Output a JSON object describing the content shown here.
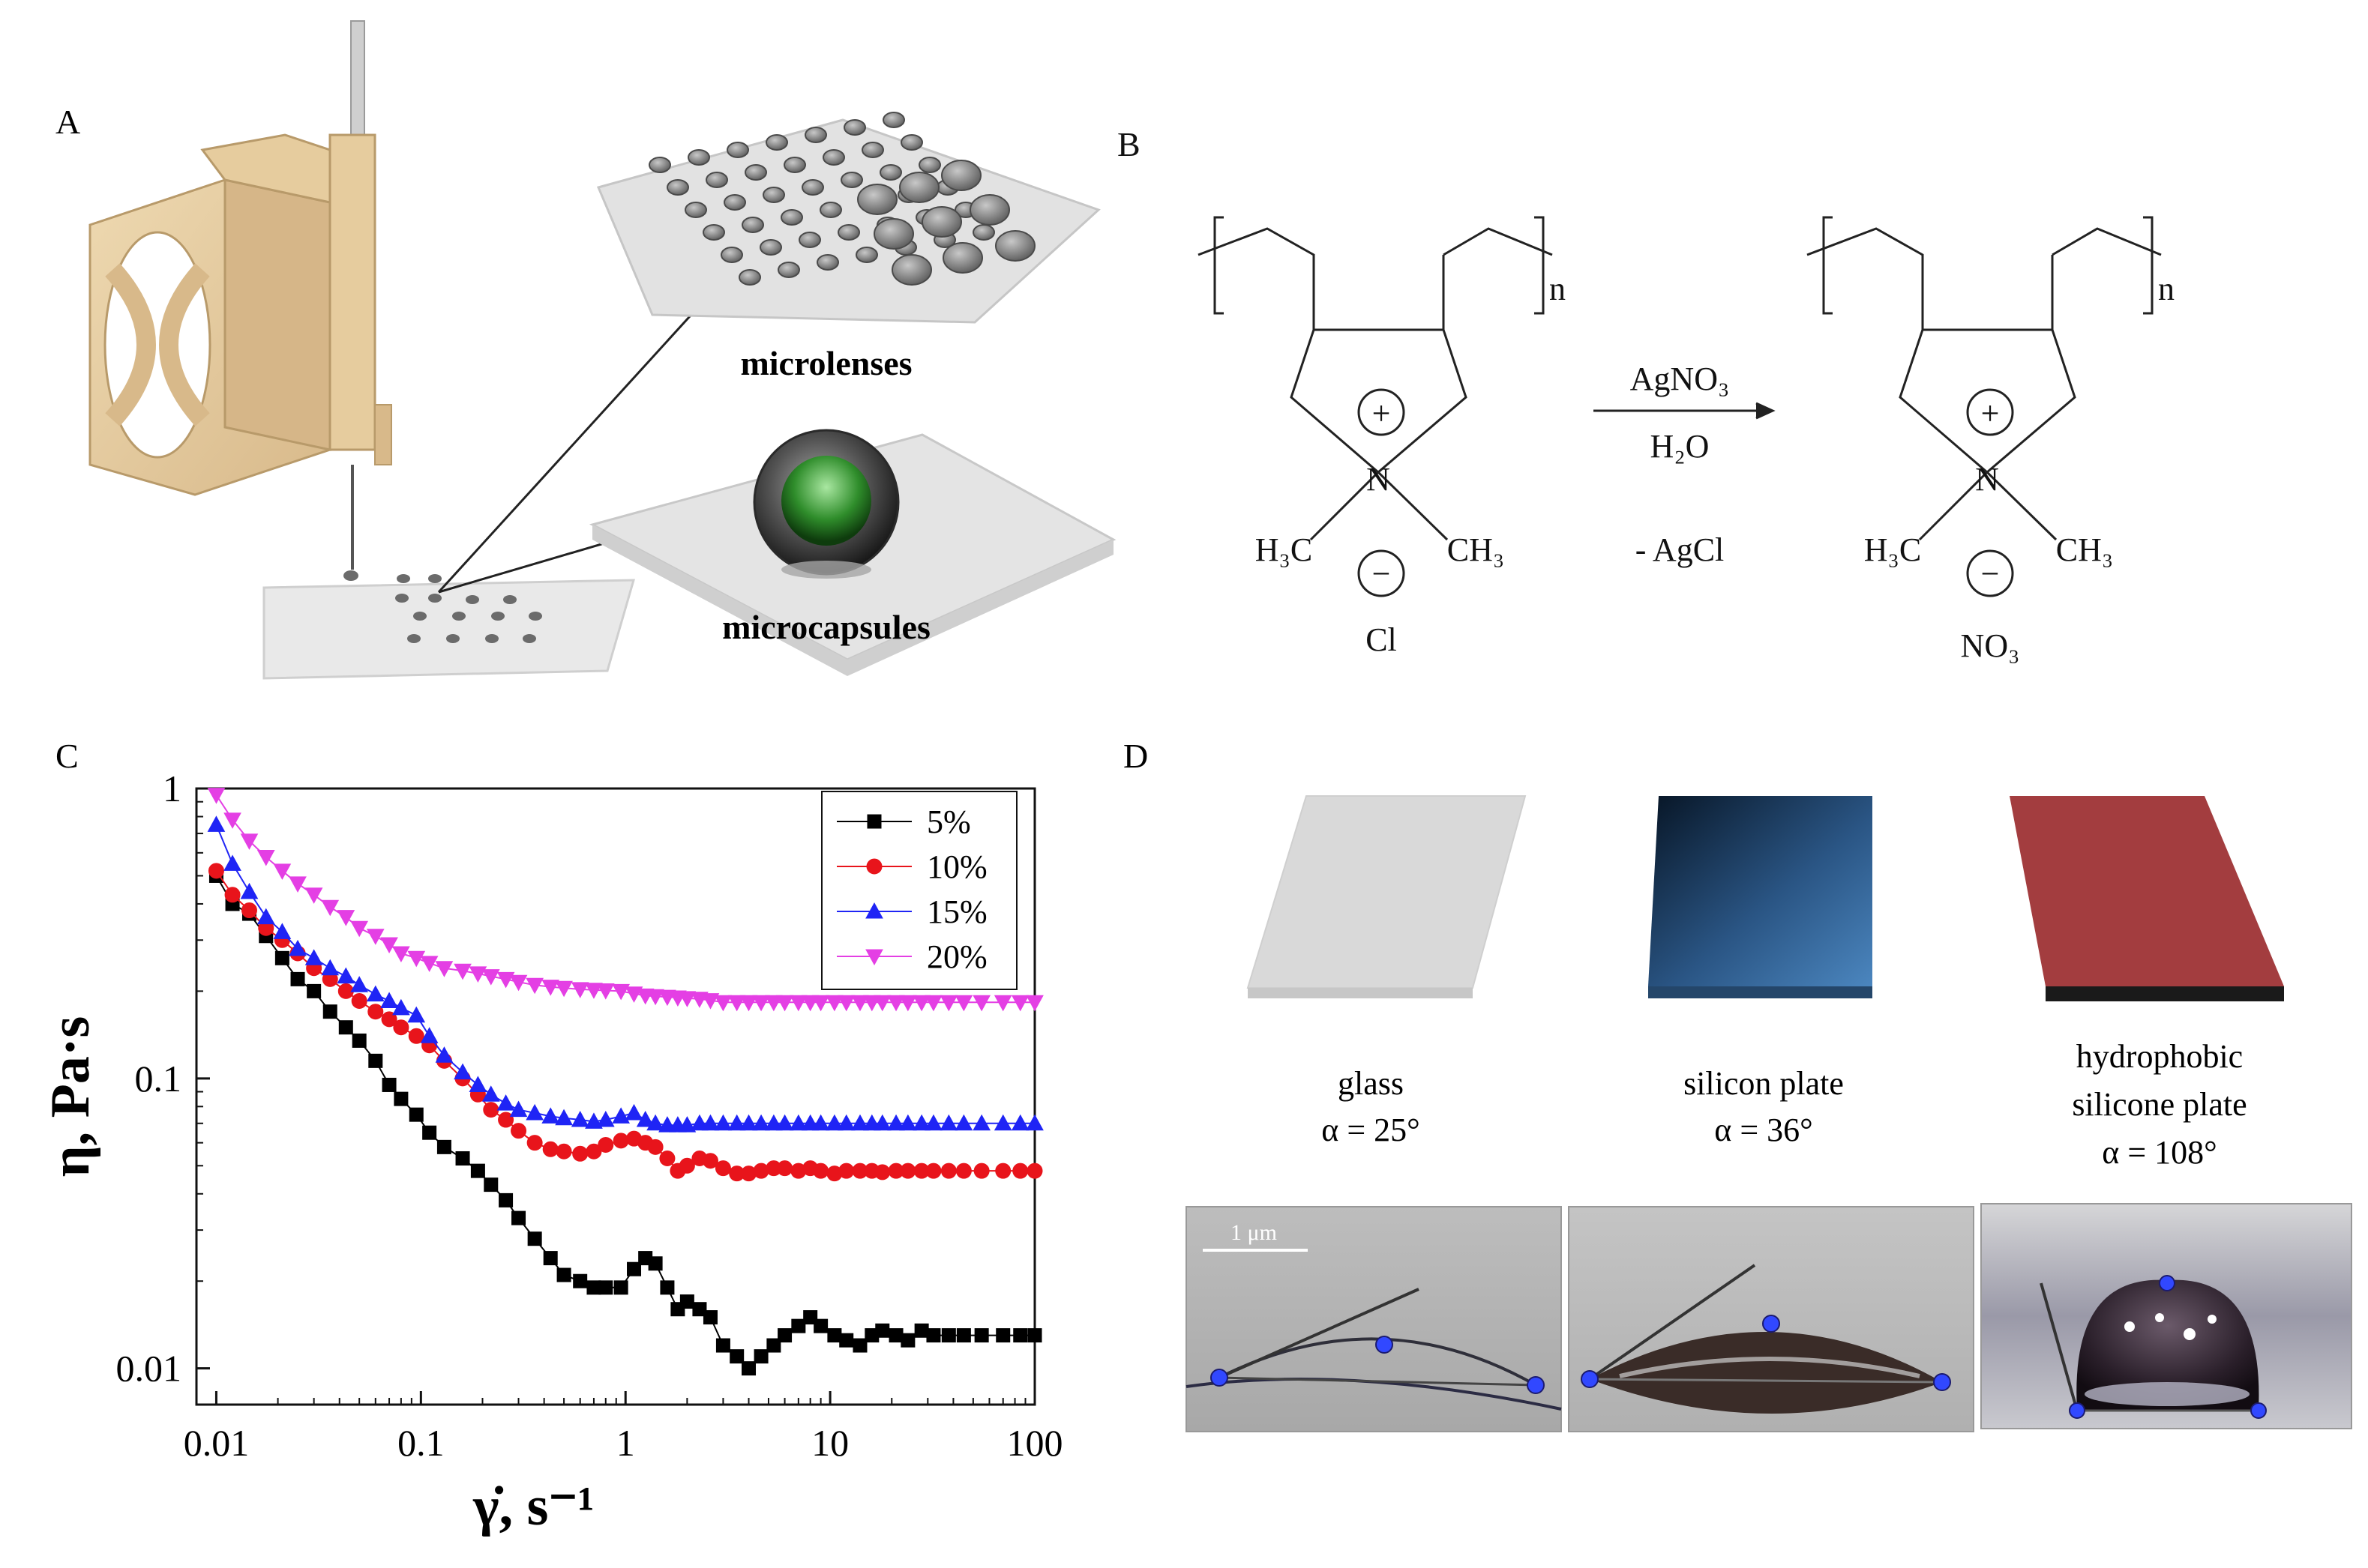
{
  "panels": {
    "a": {
      "letter": "A",
      "microlenses_label": "microlenses",
      "microcapsules_label": "microcapsules"
    },
    "b": {
      "letter": "B",
      "subscript_n": "n",
      "n_charge": "N",
      "plus_sign": "+",
      "minus_sign": "−",
      "h3c": "H₃C",
      "ch3": "CH₃",
      "anion_left": "Cl",
      "anion_right": "NO₃",
      "reagent": "AgNO₃",
      "solvent": "H₂O",
      "byproduct": "- AgCl"
    },
    "c": {
      "letter": "C"
    },
    "d": {
      "letter": "D",
      "substrates": [
        {
          "name": "glass",
          "angle": "α = 25°",
          "color": "#d9d9d9"
        },
        {
          "name": "silicon plate",
          "angle": "α = 36°",
          "color": "#3d6a97"
        },
        {
          "name_line1": "hydrophobic",
          "name": "silicone plate",
          "angle": "α = 108°",
          "color": "#a33d3f"
        }
      ],
      "scale_bar": "1 μm"
    }
  },
  "chart_data": {
    "type": "scatter",
    "xscale": "log",
    "yscale": "log",
    "xlim": [
      0.008,
      100
    ],
    "ylim": [
      0.0075,
      1
    ],
    "xticks": [
      "0.01",
      "0.1",
      "1",
      "10",
      "100"
    ],
    "yticks": [
      "0.01",
      "0.1",
      "1"
    ],
    "xlabel": "γ̇, s⁻¹",
    "ylabel": "η, Pa·s",
    "legend_position": "top-right",
    "series": [
      {
        "name": "5%",
        "color": "#000000",
        "marker": "square",
        "points": [
          [
            0.01,
            0.5
          ],
          [
            0.012,
            0.4
          ],
          [
            0.0145,
            0.37
          ],
          [
            0.0175,
            0.31
          ],
          [
            0.021,
            0.26
          ],
          [
            0.025,
            0.22
          ],
          [
            0.03,
            0.2
          ],
          [
            0.036,
            0.17
          ],
          [
            0.043,
            0.15
          ],
          [
            0.05,
            0.135
          ],
          [
            0.06,
            0.115
          ],
          [
            0.07,
            0.095
          ],
          [
            0.08,
            0.085
          ],
          [
            0.095,
            0.075
          ],
          [
            0.11,
            0.065
          ],
          [
            0.13,
            0.058
          ],
          [
            0.16,
            0.053
          ],
          [
            0.19,
            0.048
          ],
          [
            0.22,
            0.043
          ],
          [
            0.26,
            0.038
          ],
          [
            0.3,
            0.033
          ],
          [
            0.36,
            0.028
          ],
          [
            0.43,
            0.024
          ],
          [
            0.5,
            0.021
          ],
          [
            0.6,
            0.02
          ],
          [
            0.7,
            0.019
          ],
          [
            0.8,
            0.019
          ],
          [
            0.95,
            0.019
          ],
          [
            1.1,
            0.022
          ],
          [
            1.25,
            0.024
          ],
          [
            1.4,
            0.023
          ],
          [
            1.6,
            0.019
          ],
          [
            1.8,
            0.016
          ],
          [
            2.0,
            0.017
          ],
          [
            2.3,
            0.016
          ],
          [
            2.6,
            0.015
          ],
          [
            3.0,
            0.012
          ],
          [
            3.5,
            0.011
          ],
          [
            4.0,
            0.01
          ],
          [
            4.6,
            0.011
          ],
          [
            5.3,
            0.012
          ],
          [
            6.0,
            0.013
          ],
          [
            7.0,
            0.014
          ],
          [
            8.0,
            0.015
          ],
          [
            9.0,
            0.014
          ],
          [
            10.5,
            0.013
          ],
          [
            12,
            0.0125
          ],
          [
            14,
            0.012
          ],
          [
            16,
            0.013
          ],
          [
            18,
            0.0135
          ],
          [
            21,
            0.013
          ],
          [
            24,
            0.0125
          ],
          [
            28,
            0.0135
          ],
          [
            32,
            0.013
          ],
          [
            38,
            0.013
          ],
          [
            45,
            0.013
          ],
          [
            55,
            0.013
          ],
          [
            70,
            0.013
          ],
          [
            85,
            0.013
          ],
          [
            100,
            0.013
          ]
        ]
      },
      {
        "name": "10%",
        "color": "#e8141b",
        "marker": "circle",
        "points": [
          [
            0.01,
            0.52
          ],
          [
            0.012,
            0.43
          ],
          [
            0.0145,
            0.38
          ],
          [
            0.0175,
            0.33
          ],
          [
            0.021,
            0.3
          ],
          [
            0.025,
            0.27
          ],
          [
            0.03,
            0.24
          ],
          [
            0.036,
            0.22
          ],
          [
            0.043,
            0.2
          ],
          [
            0.05,
            0.185
          ],
          [
            0.06,
            0.17
          ],
          [
            0.07,
            0.16
          ],
          [
            0.08,
            0.15
          ],
          [
            0.095,
            0.14
          ],
          [
            0.11,
            0.13
          ],
          [
            0.13,
            0.115
          ],
          [
            0.16,
            0.1
          ],
          [
            0.19,
            0.088
          ],
          [
            0.22,
            0.078
          ],
          [
            0.26,
            0.072
          ],
          [
            0.3,
            0.066
          ],
          [
            0.36,
            0.06
          ],
          [
            0.43,
            0.057
          ],
          [
            0.5,
            0.056
          ],
          [
            0.6,
            0.055
          ],
          [
            0.7,
            0.056
          ],
          [
            0.8,
            0.059
          ],
          [
            0.95,
            0.061
          ],
          [
            1.1,
            0.062
          ],
          [
            1.25,
            0.06
          ],
          [
            1.4,
            0.058
          ],
          [
            1.6,
            0.053
          ],
          [
            1.8,
            0.048
          ],
          [
            2.0,
            0.05
          ],
          [
            2.3,
            0.053
          ],
          [
            2.6,
            0.052
          ],
          [
            3.0,
            0.049
          ],
          [
            3.5,
            0.047
          ],
          [
            4.0,
            0.047
          ],
          [
            4.6,
            0.048
          ],
          [
            5.3,
            0.049
          ],
          [
            6.0,
            0.049
          ],
          [
            7.0,
            0.048
          ],
          [
            8.0,
            0.049
          ],
          [
            9.0,
            0.048
          ],
          [
            10.5,
            0.047
          ],
          [
            12,
            0.048
          ],
          [
            14,
            0.048
          ],
          [
            16,
            0.048
          ],
          [
            18,
            0.0475
          ],
          [
            21,
            0.048
          ],
          [
            24,
            0.048
          ],
          [
            28,
            0.048
          ],
          [
            32,
            0.048
          ],
          [
            38,
            0.048
          ],
          [
            45,
            0.048
          ],
          [
            55,
            0.048
          ],
          [
            70,
            0.048
          ],
          [
            85,
            0.048
          ],
          [
            100,
            0.048
          ]
        ]
      },
      {
        "name": "15%",
        "color": "#1f24f5",
        "marker": "triangle-up",
        "points": [
          [
            0.01,
            0.75
          ],
          [
            0.012,
            0.55
          ],
          [
            0.0145,
            0.44
          ],
          [
            0.0175,
            0.36
          ],
          [
            0.021,
            0.32
          ],
          [
            0.025,
            0.28
          ],
          [
            0.03,
            0.26
          ],
          [
            0.036,
            0.24
          ],
          [
            0.043,
            0.225
          ],
          [
            0.05,
            0.21
          ],
          [
            0.06,
            0.195
          ],
          [
            0.07,
            0.185
          ],
          [
            0.08,
            0.175
          ],
          [
            0.095,
            0.165
          ],
          [
            0.11,
            0.14
          ],
          [
            0.13,
            0.12
          ],
          [
            0.16,
            0.105
          ],
          [
            0.19,
            0.095
          ],
          [
            0.22,
            0.088
          ],
          [
            0.26,
            0.082
          ],
          [
            0.3,
            0.078
          ],
          [
            0.36,
            0.076
          ],
          [
            0.43,
            0.074
          ],
          [
            0.5,
            0.073
          ],
          [
            0.6,
            0.072
          ],
          [
            0.7,
            0.071
          ],
          [
            0.8,
            0.072
          ],
          [
            0.95,
            0.074
          ],
          [
            1.1,
            0.076
          ],
          [
            1.25,
            0.072
          ],
          [
            1.4,
            0.07
          ],
          [
            1.6,
            0.069
          ],
          [
            1.8,
            0.069
          ],
          [
            2.0,
            0.069
          ],
          [
            2.3,
            0.07
          ],
          [
            2.6,
            0.07
          ],
          [
            3.0,
            0.07
          ],
          [
            3.5,
            0.07
          ],
          [
            4.0,
            0.07
          ],
          [
            4.6,
            0.07
          ],
          [
            5.3,
            0.07
          ],
          [
            6.0,
            0.07
          ],
          [
            7.0,
            0.07
          ],
          [
            8.0,
            0.07
          ],
          [
            9.0,
            0.07
          ],
          [
            10.5,
            0.07
          ],
          [
            12,
            0.07
          ],
          [
            14,
            0.07
          ],
          [
            16,
            0.07
          ],
          [
            18,
            0.07
          ],
          [
            21,
            0.07
          ],
          [
            24,
            0.07
          ],
          [
            28,
            0.07
          ],
          [
            32,
            0.07
          ],
          [
            38,
            0.07
          ],
          [
            45,
            0.07
          ],
          [
            55,
            0.07
          ],
          [
            70,
            0.07
          ],
          [
            85,
            0.07
          ],
          [
            100,
            0.07
          ]
        ]
      },
      {
        "name": "20%",
        "color": "#e43fe4",
        "marker": "triangle-down",
        "points": [
          [
            0.01,
            0.95
          ],
          [
            0.012,
            0.78
          ],
          [
            0.0145,
            0.66
          ],
          [
            0.0175,
            0.58
          ],
          [
            0.021,
            0.52
          ],
          [
            0.025,
            0.47
          ],
          [
            0.03,
            0.43
          ],
          [
            0.036,
            0.39
          ],
          [
            0.043,
            0.36
          ],
          [
            0.05,
            0.33
          ],
          [
            0.06,
            0.31
          ],
          [
            0.07,
            0.29
          ],
          [
            0.08,
            0.27
          ],
          [
            0.095,
            0.26
          ],
          [
            0.11,
            0.25
          ],
          [
            0.13,
            0.24
          ],
          [
            0.16,
            0.235
          ],
          [
            0.19,
            0.23
          ],
          [
            0.22,
            0.225
          ],
          [
            0.26,
            0.22
          ],
          [
            0.3,
            0.215
          ],
          [
            0.36,
            0.21
          ],
          [
            0.43,
            0.207
          ],
          [
            0.5,
            0.205
          ],
          [
            0.6,
            0.203
          ],
          [
            0.7,
            0.202
          ],
          [
            0.8,
            0.201
          ],
          [
            0.95,
            0.2
          ],
          [
            1.1,
            0.196
          ],
          [
            1.25,
            0.193
          ],
          [
            1.4,
            0.192
          ],
          [
            1.6,
            0.191
          ],
          [
            1.8,
            0.19
          ],
          [
            2.0,
            0.189
          ],
          [
            2.3,
            0.188
          ],
          [
            2.6,
            0.186
          ],
          [
            3.0,
            0.183
          ],
          [
            3.5,
            0.183
          ],
          [
            4.0,
            0.183
          ],
          [
            4.6,
            0.183
          ],
          [
            5.3,
            0.183
          ],
          [
            6.0,
            0.183
          ],
          [
            7.0,
            0.183
          ],
          [
            8.0,
            0.183
          ],
          [
            9.0,
            0.183
          ],
          [
            10.5,
            0.183
          ],
          [
            12,
            0.183
          ],
          [
            14,
            0.183
          ],
          [
            16,
            0.183
          ],
          [
            18,
            0.183
          ],
          [
            21,
            0.183
          ],
          [
            24,
            0.183
          ],
          [
            28,
            0.183
          ],
          [
            32,
            0.183
          ],
          [
            38,
            0.183
          ],
          [
            45,
            0.183
          ],
          [
            55,
            0.183
          ],
          [
            70,
            0.183
          ],
          [
            85,
            0.183
          ],
          [
            100,
            0.183
          ]
        ]
      }
    ]
  }
}
